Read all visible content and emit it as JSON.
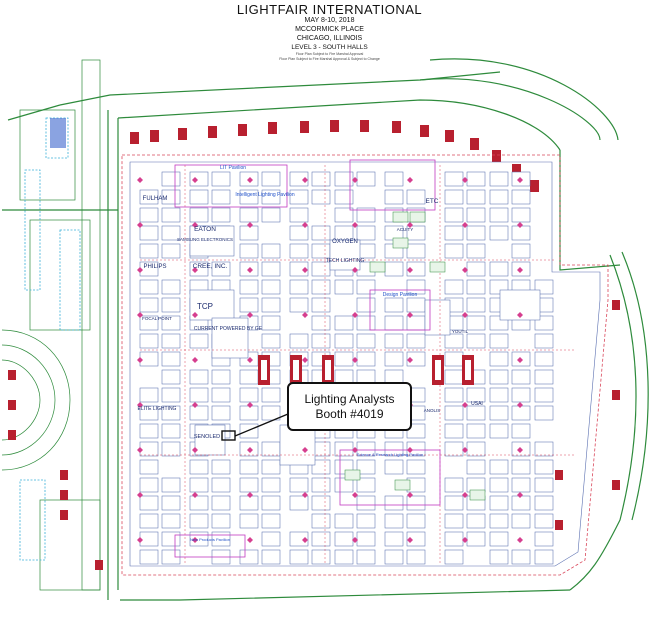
{
  "header": {
    "title": "LIGHTFAIR  INTERNATIONAL",
    "dates": "MAY 8-10, 2018",
    "venue": "MCCORMICK PLACE",
    "city": "CHICAGO, ILLINOIS",
    "level": "LEVEL 3 - SOUTH HALLS",
    "note1": "Floor Plan Subject to Fire Marshal Approval",
    "note2": "Floor Plan Subject to Fire Marshal Approval & Subject to Change"
  },
  "pavilions": {
    "top": "LIT Pavilion",
    "intelligent": "Intelligent Lighting Pavilion",
    "design": "Design Pavilion",
    "science": "Science & Research Lighting Pavilion",
    "new_products": "New Products Pavilion"
  },
  "exhibitors": {
    "fulham": "FULHAM",
    "eaton": "EATON",
    "samsung": "SAMSUNG ELECTRONICS",
    "philips": "PHILIPS",
    "cree": "CREE, INC.",
    "tcp": "TCP",
    "current": "CURRENT POWERED BY GE",
    "oxygen": "OXYGEN",
    "tech": "TECH LIGHTING",
    "etc": "ETC",
    "acuity": "ACUITY",
    "focal": "FOCAL POINT",
    "usai": "USAI",
    "elite": "ELITE LIGHTING",
    "senoled": "SENOLED",
    "yoyil": "YOUTIL",
    "anolis": "ANOLIS"
  },
  "callout": {
    "line1": "Lighting Analysts",
    "line2": "Booth #4019"
  },
  "colors": {
    "wall": "#2e8b3c",
    "booth": "#5a6fb0",
    "aisle": "#d9475b",
    "seat": "#b8202f",
    "pavilion": "#c23ac2",
    "water": "#3ab0d8"
  }
}
